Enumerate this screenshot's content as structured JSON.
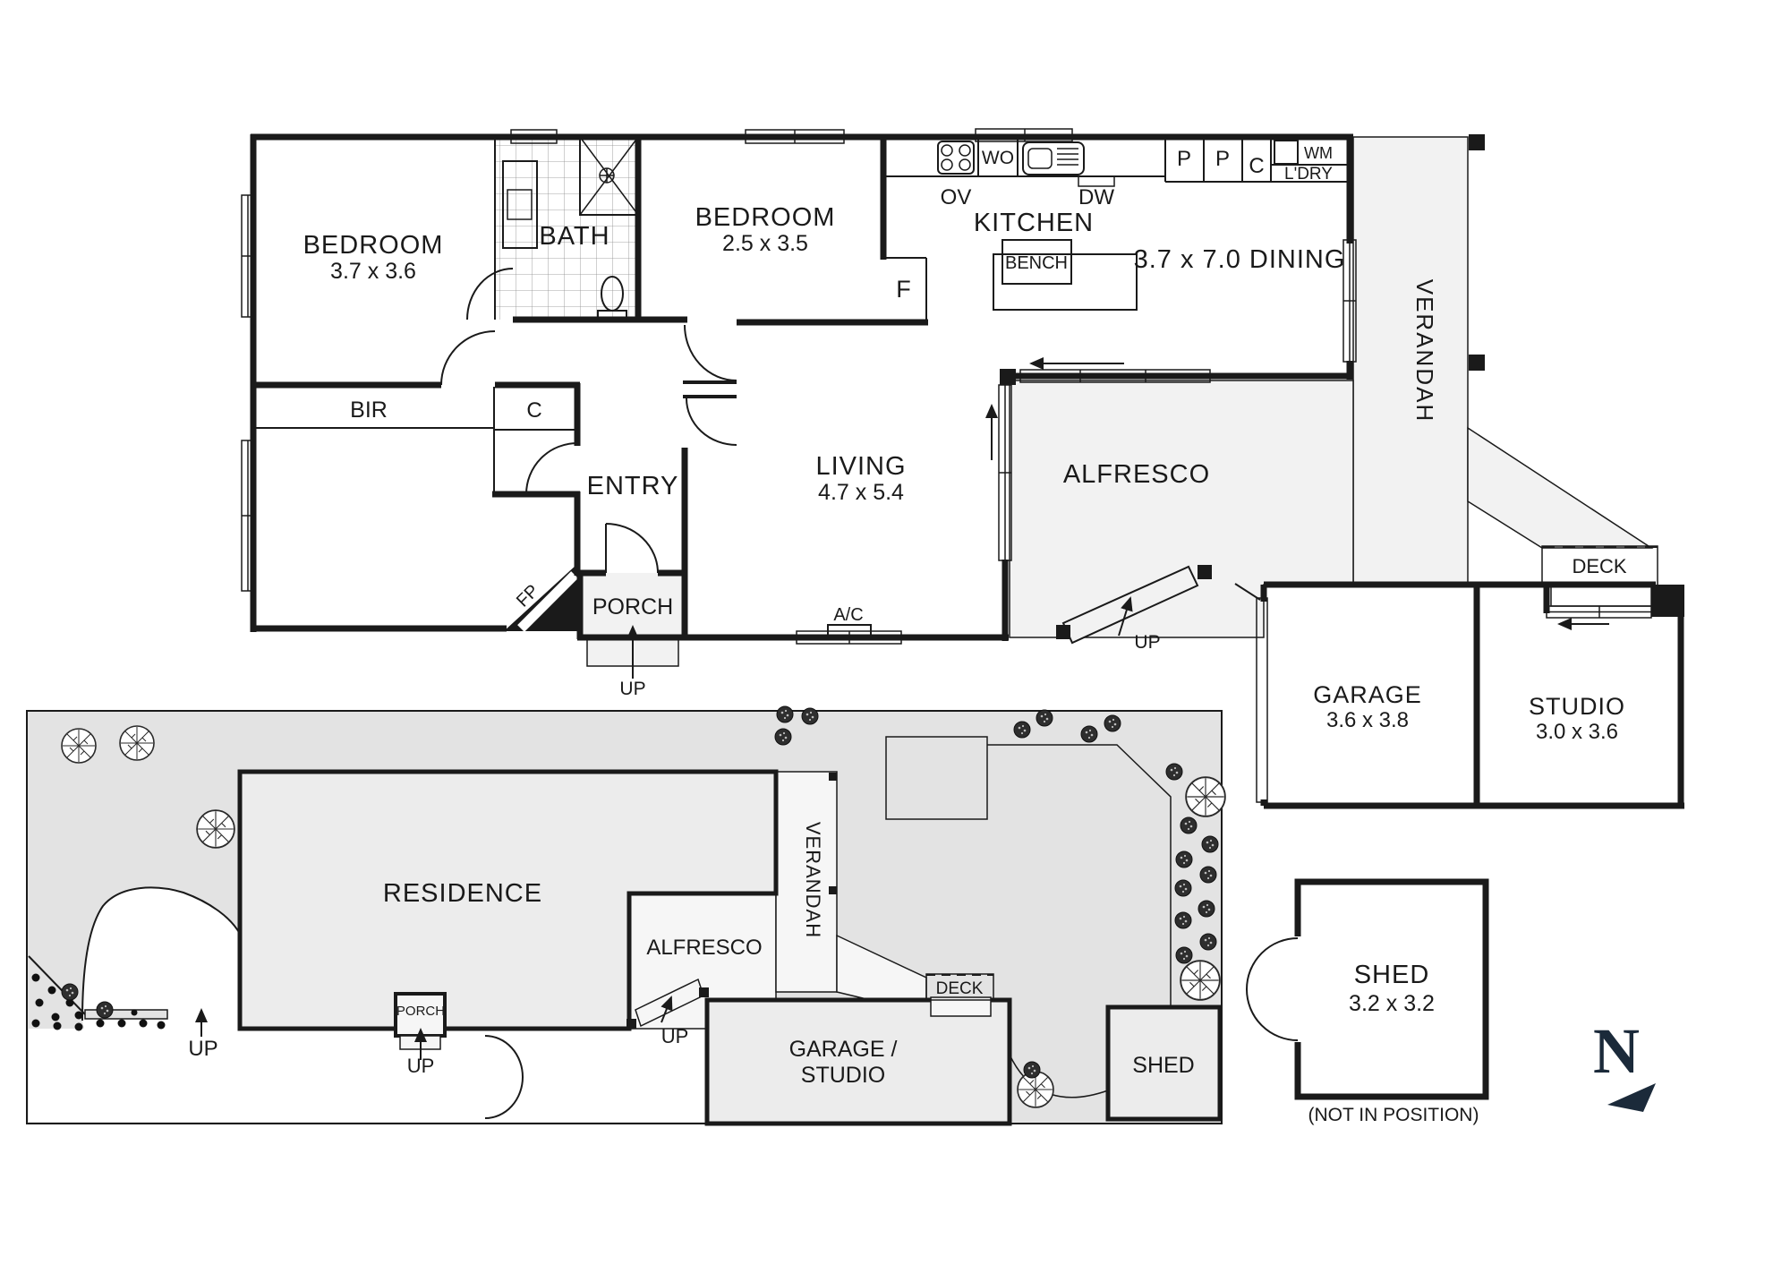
{
  "colors": {
    "wall": "#1a1a1a",
    "outdoor_shade": "#f2f2f2",
    "yard_shade": "#e3e3e3",
    "building_shade": "#ececec",
    "north_navy": "#1b2a3a"
  },
  "floor_plan": {
    "rooms": {
      "bedroom1": {
        "label": "BEDROOM",
        "dims": "3.7 x 3.6"
      },
      "bath": {
        "label": "BATH"
      },
      "bedroom2": {
        "label": "BEDROOM",
        "dims": "2.5 x 3.5"
      },
      "kitchen": {
        "label": "KITCHEN"
      },
      "dining": {
        "label": "3.7 x 7.0 DINING"
      },
      "living": {
        "label": "LIVING",
        "dims": "4.7 x 5.4"
      },
      "entry": {
        "label": "ENTRY"
      },
      "alfresco": {
        "label": "ALFRESCO"
      },
      "verandah": {
        "label": "VERANDAH"
      },
      "porch": {
        "label": "PORCH"
      },
      "deck": {
        "label": "DECK"
      },
      "garage": {
        "label": "GARAGE",
        "dims": "3.6 x 3.8"
      },
      "studio": {
        "label": "STUDIO",
        "dims": "3.0 x 3.6"
      }
    },
    "fixtures": {
      "bir": "BIR",
      "closet_hall": "C",
      "pantry1": "P",
      "pantry2": "P",
      "closet_ldry": "C",
      "wm": "WM",
      "ldry": "L'DRY",
      "ov": "OV",
      "wo": "WO",
      "dw": "DW",
      "bench": "BENCH",
      "fridge": "F",
      "fireplace": "FP",
      "ac": "A/C"
    },
    "annotations": {
      "porch_up": "UP",
      "ramp_up": "UP"
    }
  },
  "site_plan": {
    "labels": {
      "residence": "RESIDENCE",
      "alfresco": "ALFRESCO",
      "verandah": "VERANDAH",
      "porch": "PORCH",
      "deck": "DECK",
      "garage_studio_1": "GARAGE /",
      "garage_studio_2": "STUDIO",
      "shed": "SHED"
    },
    "annotations": {
      "driveway_up": "UP",
      "porch_up": "UP",
      "ramp_up": "UP"
    }
  },
  "shed_detail": {
    "label": "SHED",
    "dims": "3.2 x 3.2",
    "note": "(NOT IN POSITION)"
  },
  "compass": {
    "north": "N"
  }
}
